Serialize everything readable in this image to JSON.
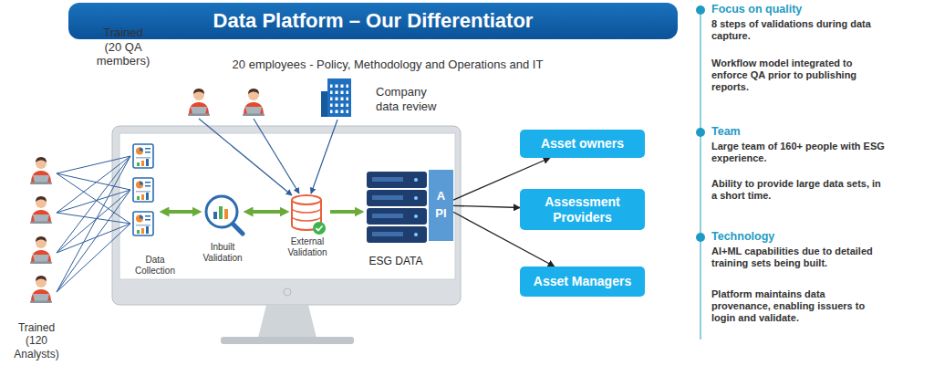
{
  "diagram": {
    "title": "Data Platform – Our Differentiator",
    "nodes": [
      {
        "text": [
          "API"
        ]
      },
      {
        "text": [
          "Asset owners"
        ]
      },
      {
        "text": [
          "Assessment Providers"
        ]
      },
      {
        "text": [
          "Asset Managers"
        ]
      }
    ],
    "edges": [
      {
        "from": 0,
        "to": 1,
        "arrow": "to"
      },
      {
        "from": 0,
        "to": 2,
        "arrow": "to"
      },
      {
        "from": 0,
        "to": 3,
        "arrow": "to"
      }
    ],
    "labels": [
      "20 employees - Policy, Methodology and Operations and IT",
      "Trained (20 QA members)",
      "Company data review",
      "Data Collection",
      "Inbuilt Validation",
      "External Validation",
      "ESG DATA",
      "Trained (120 Analysts)",
      "Focus on quality",
      "8 steps of validations during data capture.",
      "Workflow model integrated to enforce QA prior to publishing reports.",
      "Team",
      "Large team of 160+ people with ESG experience.",
      "Ability to provide large data sets, in a short time.",
      "Technology",
      "AI+ML capabilities due to detailed training sets being built.",
      "Platform maintains data provenance, enabling issuers to login and validate."
    ]
  }
}
